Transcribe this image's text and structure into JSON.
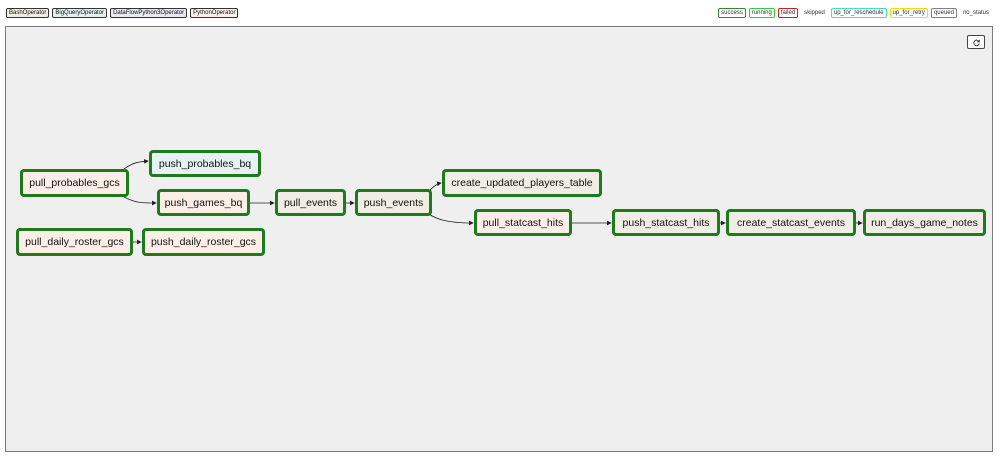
{
  "operator_legend": [
    {
      "label": "BashOperator",
      "kind": "bash"
    },
    {
      "label": "BigQueryOperator",
      "kind": "bq"
    },
    {
      "label": "DataFlowPython3Operator",
      "kind": "df"
    },
    {
      "label": "PythonOperator",
      "kind": "py"
    }
  ],
  "state_legend": [
    {
      "label": "success",
      "color": "#2e8b2e"
    },
    {
      "label": "running",
      "color": "#32cd32"
    },
    {
      "label": "failed",
      "color": "#cc2222"
    },
    {
      "label": "skipped",
      "color": "#ff69b4"
    },
    {
      "label": "up_for_reschedule",
      "color": "#40e0d0"
    },
    {
      "label": "up_for_retry",
      "color": "#ffd700"
    },
    {
      "label": "queued",
      "color": "#808080"
    },
    {
      "label": "no_status",
      "color": "#ffffff"
    }
  ],
  "graph": {
    "refresh_icon": "refresh-icon",
    "node_border_color": "#1d7a1d",
    "nodes": [
      {
        "id": "pull_probables_gcs",
        "label": "pull_probables_gcs",
        "kind": "py",
        "state": "success"
      },
      {
        "id": "push_probables_bq",
        "label": "push_probables_bq",
        "kind": "bq",
        "state": "success"
      },
      {
        "id": "push_games_bq",
        "label": "push_games_bq",
        "kind": "py",
        "state": "success"
      },
      {
        "id": "pull_events",
        "label": "pull_events",
        "kind": "bash",
        "state": "success"
      },
      {
        "id": "push_events",
        "label": "push_events",
        "kind": "bash",
        "state": "success"
      },
      {
        "id": "create_updated_players_table",
        "label": "create_updated_players_table",
        "kind": "bash",
        "state": "success"
      },
      {
        "id": "pull_statcast_hits",
        "label": "pull_statcast_hits",
        "kind": "py",
        "state": "success"
      },
      {
        "id": "push_statcast_hits",
        "label": "push_statcast_hits",
        "kind": "bash",
        "state": "success"
      },
      {
        "id": "create_statcast_events",
        "label": "create_statcast_events",
        "kind": "bash",
        "state": "success"
      },
      {
        "id": "run_days_game_notes",
        "label": "run_days_game_notes",
        "kind": "bash",
        "state": "success"
      },
      {
        "id": "pull_daily_roster_gcs",
        "label": "pull_daily_roster_gcs",
        "kind": "py",
        "state": "success"
      },
      {
        "id": "push_daily_roster_gcs",
        "label": "push_daily_roster_gcs",
        "kind": "py",
        "state": "success"
      }
    ]
  }
}
